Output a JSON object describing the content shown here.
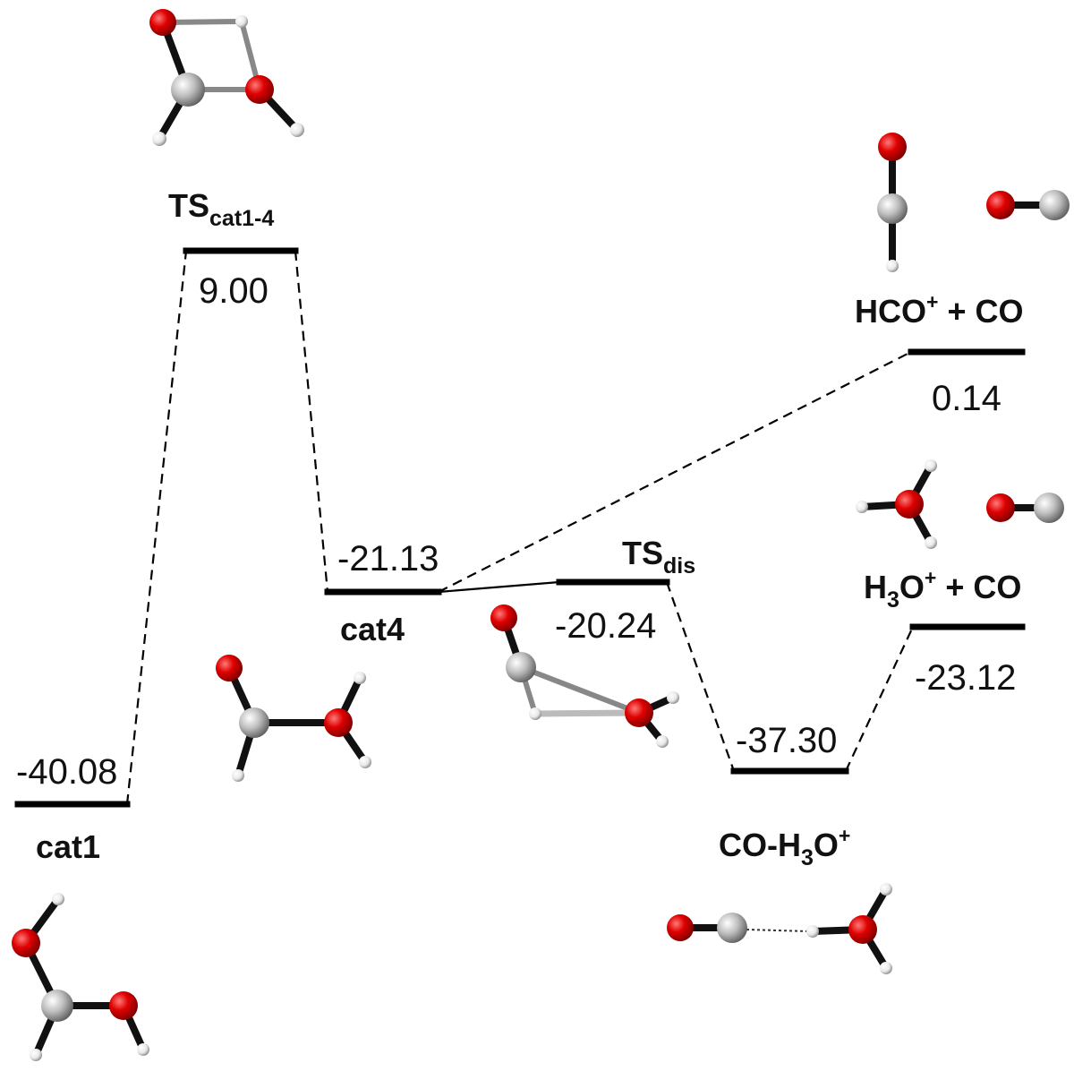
{
  "states": [
    {
      "id": "cat1",
      "name": "cat1",
      "energy": "-40.08"
    },
    {
      "id": "ts14",
      "name_main": "TS",
      "name_sub": "cat1-4",
      "energy": "9.00"
    },
    {
      "id": "cat4",
      "name": "cat4",
      "energy": "-21.13"
    },
    {
      "id": "tsdis",
      "name_main": "TS",
      "name_sub": "dis",
      "energy": "-20.24"
    },
    {
      "id": "coh3o",
      "name_a": "CO-H",
      "name_sub": "3",
      "name_b": "O",
      "name_sup": "+",
      "energy": "-37.30"
    },
    {
      "id": "h3oco",
      "name_a": "H",
      "name_sub": "3",
      "name_b": "O",
      "name_sup": "+",
      "name_c": " + CO",
      "energy": "-23.12"
    },
    {
      "id": "hcoco",
      "name_a": "HCO",
      "name_sup": "+",
      "name_c": " + CO",
      "energy": "0.14"
    }
  ],
  "atom_colors": {
    "oxygen": "#e00000",
    "carbon": "#bdbdbd",
    "hydrogen": "#f2f2f2"
  }
}
